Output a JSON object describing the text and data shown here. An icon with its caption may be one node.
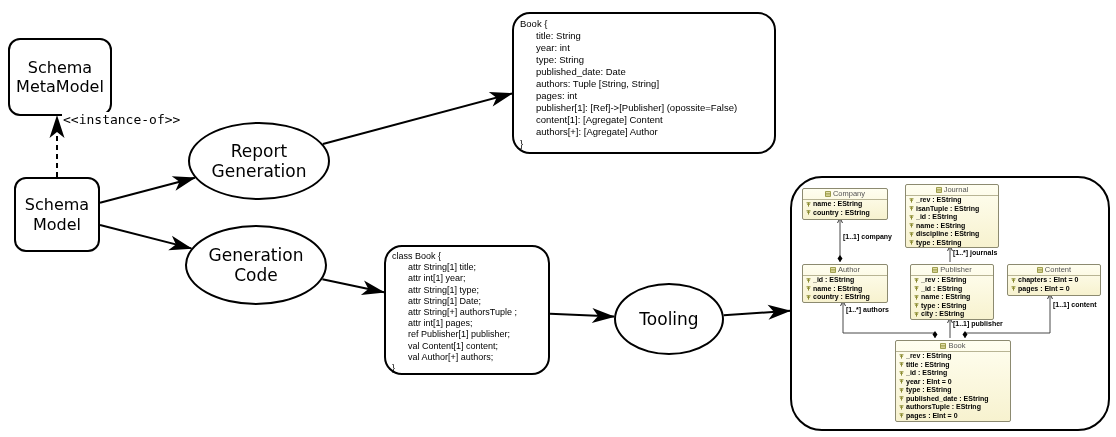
{
  "diagram": {
    "nodes": [
      {
        "text": [
          "Schema MetaModel"
        ]
      },
      {
        "text": [
          "Schema Model"
        ]
      },
      {
        "text": [
          "Report Generation"
        ]
      },
      {
        "text": [
          "Book {",
          "title: String",
          "year: int",
          "type: String",
          "published_date: Date",
          "authors: Tuple [String, String]",
          "pages: int",
          "publisher[1]: [Ref]->[Publisher] (opossite=False)",
          "content[1]: [Agregate] Content",
          "authors[+]: [Agregate] Author",
          "}"
        ]
      },
      {
        "text": [
          "Generation Code"
        ]
      },
      {
        "text": [
          "class Book {",
          "attr String[1] title;",
          "attr int[1] year;",
          "attr String[1] type;",
          "attr String[1] Date;",
          "attr String[+] authorsTuple ;",
          "attr int[1] pages;",
          "ref Publisher[1] publisher;",
          "val Content[1] content;",
          "val Author[+] authors;",
          "}"
        ]
      },
      {
        "text": [
          "Tooling"
        ]
      },
      {
        "text": [],
        "shape": "box"
      },
      {
        "text": [
          "Company",
          "name : EString",
          "country : EString"
        ],
        "in": 7
      },
      {
        "text": [
          "Journal",
          "_rev : EString",
          "isanTuple : EString",
          "_id : EString",
          "name : EString",
          "discipline : EString",
          "type : EString"
        ],
        "in": 7
      },
      {
        "text": [
          "Author",
          "_id : EString",
          "name : EString",
          "country : EString"
        ],
        "in": 7
      },
      {
        "text": [
          "Publisher",
          "_rev : EString",
          "_id : EString",
          "name : EString",
          "type : EString",
          "city : EString"
        ],
        "in": 7
      },
      {
        "text": [
          "Content",
          "chapters : EInt = 0",
          "pages : EInt = 0"
        ],
        "in": 7
      },
      {
        "text": [
          "Book",
          "_rev : EString",
          "title : EString",
          "_id : EString",
          "year : EInt = 0",
          "type : EString",
          "published_date : EString",
          "authorsTuple : EString",
          "pages : EInt = 0"
        ],
        "in": 7
      }
    ],
    "edges": [
      {
        "from": 1,
        "to": 0,
        "arrow": "to",
        "label": "<<instance-of>>",
        "style": "dashed"
      },
      {
        "from": 1,
        "to": 2,
        "arrow": "to"
      },
      {
        "from": 2,
        "to": 3,
        "arrow": "to"
      },
      {
        "from": 1,
        "to": 4,
        "arrow": "to"
      },
      {
        "from": 4,
        "to": 5,
        "arrow": "to"
      },
      {
        "from": 5,
        "to": 6,
        "arrow": "to"
      },
      {
        "from": 6,
        "to": 7,
        "arrow": "to"
      },
      {
        "from": 10,
        "to": 8,
        "arrow": "to",
        "label": "[1..1] company"
      },
      {
        "from": 11,
        "to": 9,
        "arrow": "to",
        "label": "[1..*] journals"
      },
      {
        "from": 13,
        "to": 10,
        "arrow": "to",
        "label": "[1..*] authors"
      },
      {
        "from": 13,
        "to": 11,
        "arrow": "to",
        "label": "[1..1] publisher"
      },
      {
        "from": 13,
        "to": 12,
        "arrow": "to",
        "label": "[1..1] content"
      }
    ]
  }
}
